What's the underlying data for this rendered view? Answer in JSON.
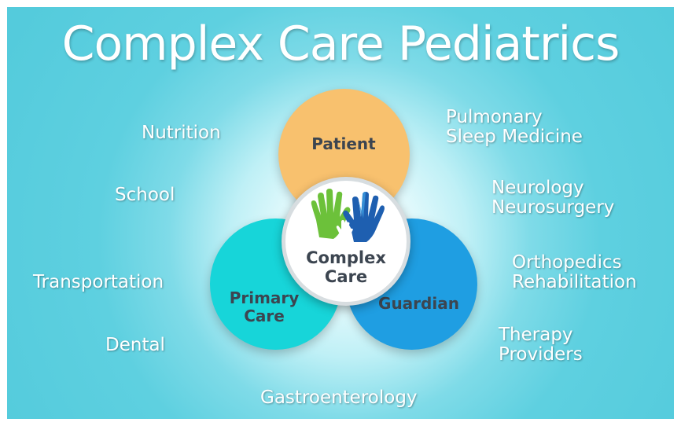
{
  "title": "Complex Care Pediatrics",
  "center": {
    "lines": [
      "Complex",
      "Care"
    ]
  },
  "circles": {
    "patient": "Patient",
    "primary_care": [
      "Primary",
      "Care"
    ],
    "guardian": "Guardian"
  },
  "left_labels": {
    "nutrition": "Nutrition",
    "school": "School",
    "transportation": "Transportation",
    "dental": "Dental"
  },
  "right_labels": {
    "pulmonary": [
      "Pulmonary",
      "Sleep Medicine"
    ],
    "neurology": [
      "Neurology",
      "Neurosurgery"
    ],
    "orthopedics": [
      "Orthopedics",
      "Rehabilitation"
    ],
    "therapy": [
      "Therapy",
      "Providers"
    ]
  },
  "bottom_label": "Gastroenterology",
  "colors": {
    "background": "#54cbdc",
    "patient": "#f8c16e",
    "primary_care": "#17d5d9",
    "guardian": "#1f9ee2",
    "hand_green": "#6cc13a",
    "hand_blue": "#1e5fb0",
    "hand_light_blue": "#3c9be0",
    "text_dark": "#3c4550"
  }
}
